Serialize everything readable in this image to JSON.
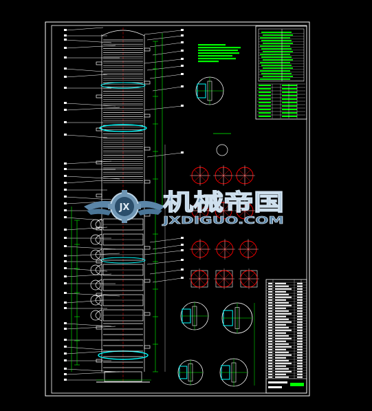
{
  "watermark": {
    "title": "机械帝国",
    "subtitle": "JXDIGUO.COM",
    "emblem_text": "JX"
  },
  "colors": {
    "background": "#000000",
    "frame": "#ffffff",
    "linework": "#ffffff",
    "annotation": "#00ff00",
    "section_accent": "#ff0000",
    "cyan_accent": "#00ffff",
    "watermark_fill": "#5b86a8"
  },
  "icons": {
    "emblem": "gear-wing-emblem-icon"
  }
}
